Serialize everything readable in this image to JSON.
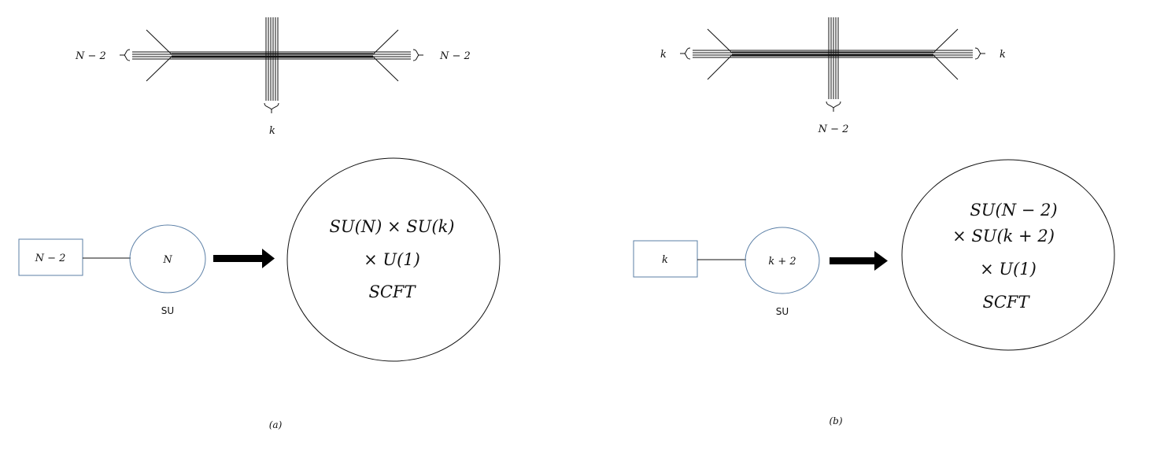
{
  "panel_a": {
    "brane": {
      "left_label": "N − 2",
      "right_label": "N − 2",
      "bottom_label": "k"
    },
    "quiver": {
      "flavor_label": "N − 2",
      "gauge_label": "N",
      "gauge_type": "SU"
    },
    "result": {
      "line1": "SU(N) × SU(k)",
      "line2": "× U(1)",
      "line3": "SCFT"
    },
    "caption": "(a)"
  },
  "panel_b": {
    "brane": {
      "left_label": "k",
      "right_label": "k",
      "bottom_label": "N − 2"
    },
    "quiver": {
      "flavor_label": "k",
      "gauge_label": "k + 2",
      "gauge_type": "SU"
    },
    "result": {
      "line1": "SU(N − 2)",
      "line2": "× SU(k + 2)",
      "line3": "× U(1)",
      "line4": "SCFT"
    },
    "caption": "(b)"
  },
  "colors": {
    "lines": "#111111",
    "gauge_circle": "#5b7fa6",
    "flavor_box": "#5b7fa6"
  }
}
